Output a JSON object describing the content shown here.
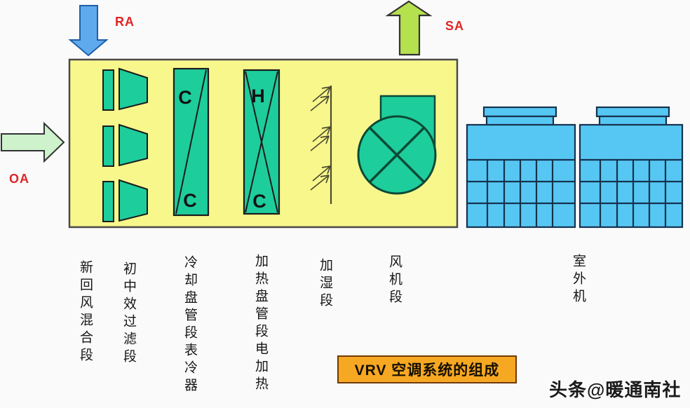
{
  "page": {
    "title_banner": "VRV 空调系统的组成",
    "watermark": "头条@暖通南社"
  },
  "airflow": {
    "return_air": "RA",
    "supply_air": "SA",
    "outside_air": "OA"
  },
  "coils": {
    "cooling_top_letter": "C",
    "cooling_bottom_letter": "C",
    "heating_top_letter": "H",
    "heating_bottom_letter": "C"
  },
  "sections": [
    {
      "label": "新回风混合段"
    },
    {
      "label": "初中效过滤段"
    },
    {
      "label": "冷却盘管段表冷器"
    },
    {
      "label": "加热盘管段电加热"
    },
    {
      "label": "加湿段"
    },
    {
      "label": "风机段"
    },
    {
      "label": "室外机"
    }
  ],
  "colors": {
    "cabinet_fill": "#F8F78C",
    "component_green": "#1ECD9C",
    "outdoor_unit_blue": "#56C7F2",
    "return_air_blue": "#5FAAED",
    "supply_air_green": "#B5E14E",
    "outside_air_pale_green": "#CDF2CC",
    "banner_orange": "#F7A823",
    "airflow_label_red": "#E02424"
  }
}
